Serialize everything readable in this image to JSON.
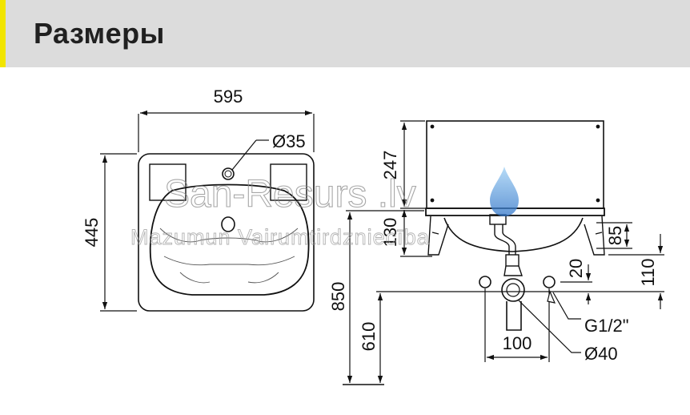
{
  "header": {
    "title": "Размеры"
  },
  "dimensions": {
    "width": "595",
    "depth": "445",
    "tap_hole": "Ø35",
    "height_top": "247",
    "height_basin": "130",
    "install_height": "850",
    "drain_height": "610",
    "basin_depth": "85",
    "siphon_offset": "110",
    "pipe_offset": "20",
    "connection_spacing": "100",
    "thread": "G1/2\"",
    "drain_diameter": "Ø40"
  },
  "watermark": {
    "main": "San-Resurs .lv",
    "sub": "Mazumun Vairumtirdzniecība"
  },
  "colors": {
    "accent": "#f2e500",
    "header_bg": "#dcdcdc",
    "drop": "#4a90d9"
  }
}
